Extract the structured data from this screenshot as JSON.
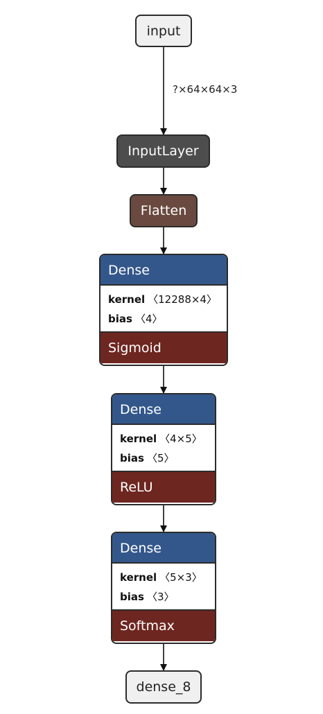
{
  "graph": {
    "input_node": {
      "label": "input"
    },
    "input_shape": "?×64×64×3",
    "inputlayer": {
      "label": "InputLayer"
    },
    "flatten": {
      "label": "Flatten"
    },
    "dense1": {
      "label": "Dense",
      "kernel_name": "kernel",
      "kernel_value": "〈12288×4〉",
      "bias_name": "bias",
      "bias_value": "〈4〉",
      "activation": "Sigmoid"
    },
    "dense2": {
      "label": "Dense",
      "kernel_name": "kernel",
      "kernel_value": "〈4×5〉",
      "bias_name": "bias",
      "bias_value": "〈5〉",
      "activation": "ReLU"
    },
    "dense3": {
      "label": "Dense",
      "kernel_name": "kernel",
      "kernel_value": "〈5×3〉",
      "bias_name": "bias",
      "bias_value": "〈3〉",
      "activation": "Softmax"
    },
    "output_node": {
      "label": "dense_8"
    }
  },
  "colors": {
    "dense_header": "#33578a",
    "activation": "#6e2620",
    "inputlayer": "#4d4d4d",
    "flatten": "#6a4a40",
    "terminal": "#f0f0f0",
    "edge": "#111111"
  }
}
